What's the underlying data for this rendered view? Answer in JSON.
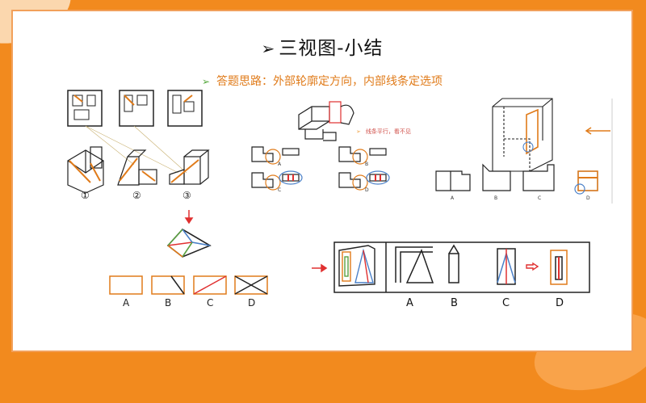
{
  "slide": {
    "title": "三视图-小结",
    "subtitle": "答题思路：外部轮廓定方向，内部线条定选项",
    "note": "线条平行，看不见"
  },
  "panel_left": {
    "circled_labels": [
      "①",
      "②",
      "③"
    ],
    "options": [
      "A",
      "B",
      "C",
      "D"
    ]
  },
  "panel_middle": {
    "options": [
      "A",
      "B",
      "C",
      "D"
    ]
  },
  "panel_right": {
    "options": [
      "A",
      "B",
      "C",
      "D"
    ]
  },
  "panel_bottom_right": {
    "options": [
      "A",
      "B",
      "C",
      "D"
    ]
  },
  "colors": {
    "accent": "#f28a1e",
    "orange_line": "#e07b1a",
    "red": "#e03030",
    "blue": "#4a80c8",
    "green": "#5aa040"
  }
}
